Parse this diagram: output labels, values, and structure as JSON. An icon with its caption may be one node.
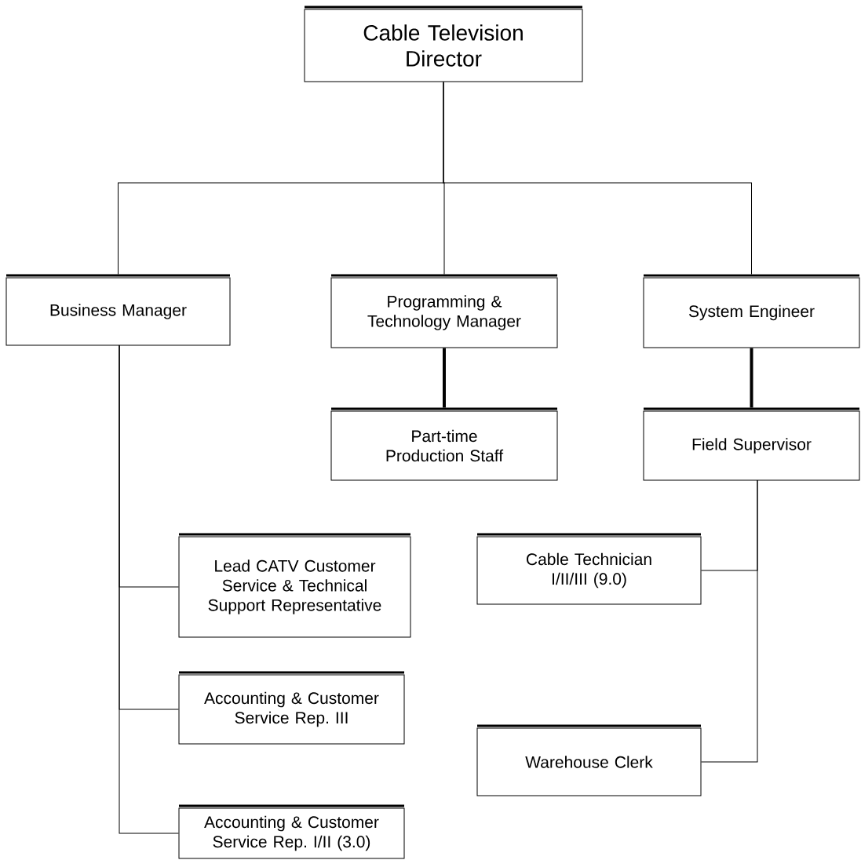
{
  "diagram": {
    "nodes": [
      {
        "text": [
          "Cable Television Director"
        ]
      },
      {
        "text": [
          "Business Manager"
        ]
      },
      {
        "text": [
          "Programming & Technology Manager"
        ]
      },
      {
        "text": [
          "System Engineer"
        ]
      },
      {
        "text": [
          "Part-time Production Staff"
        ]
      },
      {
        "text": [
          "Field Supervisor"
        ]
      },
      {
        "text": [
          "Lead CATV Customer Service & Technical Support Representative"
        ]
      },
      {
        "text": [
          "Accounting & Customer Service Rep. III"
        ]
      },
      {
        "text": [
          "Accounting & Customer Service Rep. I/II (3.0)"
        ]
      },
      {
        "text": [
          "Cable Technician I/II/III (9.0)"
        ]
      },
      {
        "text": [
          "Warehouse Clerk"
        ]
      }
    ],
    "edges": [
      {
        "from": 0,
        "to": 1,
        "arrow": "none"
      },
      {
        "from": 0,
        "to": 2,
        "arrow": "none"
      },
      {
        "from": 0,
        "to": 3,
        "arrow": "none"
      },
      {
        "from": 2,
        "to": 4,
        "arrow": "none",
        "style": "thick"
      },
      {
        "from": 3,
        "to": 5,
        "arrow": "none",
        "style": "thick"
      },
      {
        "from": 1,
        "to": 6,
        "arrow": "none"
      },
      {
        "from": 1,
        "to": 7,
        "arrow": "none"
      },
      {
        "from": 1,
        "to": 8,
        "arrow": "none"
      },
      {
        "from": 5,
        "to": 9,
        "arrow": "none"
      },
      {
        "from": 5,
        "to": 10,
        "arrow": "none"
      }
    ]
  }
}
